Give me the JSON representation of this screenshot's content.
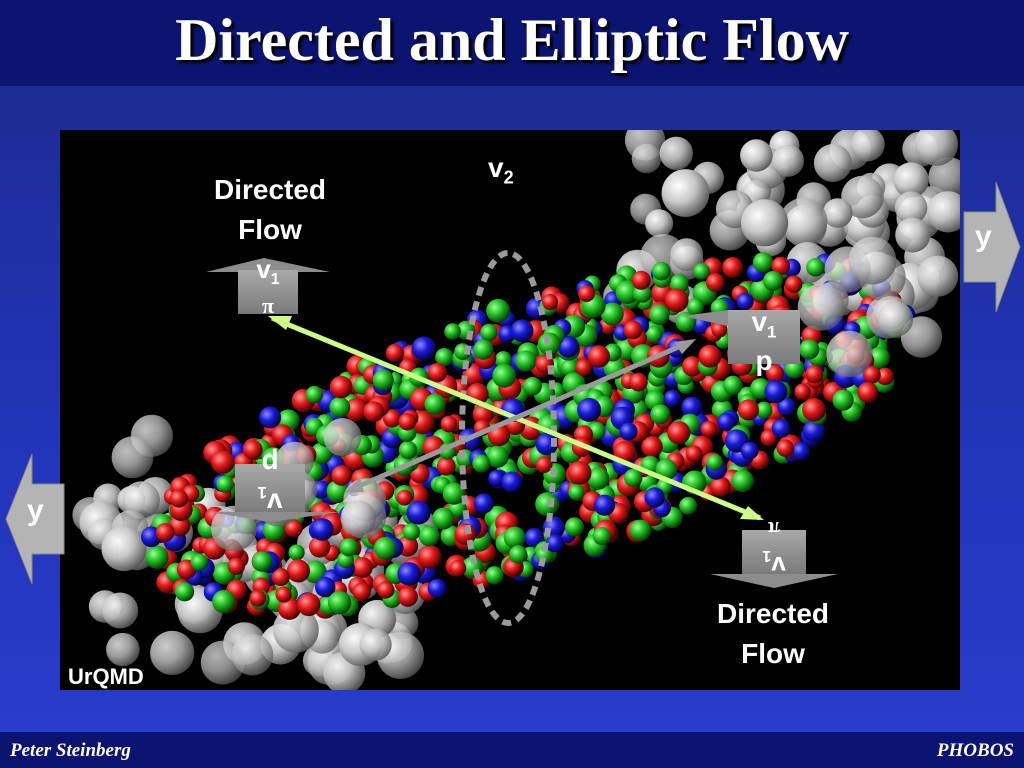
{
  "slide": {
    "title": "Directed and Elliptic Flow",
    "footer_left": "Peter Steinberg",
    "footer_right": "PHOBOS"
  },
  "figure": {
    "model_label": "UrQMD",
    "v2_label": "v",
    "v2_sub": "2",
    "directed_flow_top": [
      "Directed",
      "Flow"
    ],
    "directed_flow_bottom": [
      "Directed",
      "Flow"
    ],
    "y_right": "y",
    "y_left": "y",
    "v1_sym": "v",
    "v1_sub": "1",
    "pi_label": "π",
    "p_label": "p",
    "colors": {
      "arrow_pi": "#ccff88",
      "arrow_p": "#9a9a9a",
      "particle_red": "#e31919",
      "particle_green": "#22c022",
      "particle_blue": "#1a1ad8",
      "spectator": "#d8d8d8"
    }
  }
}
